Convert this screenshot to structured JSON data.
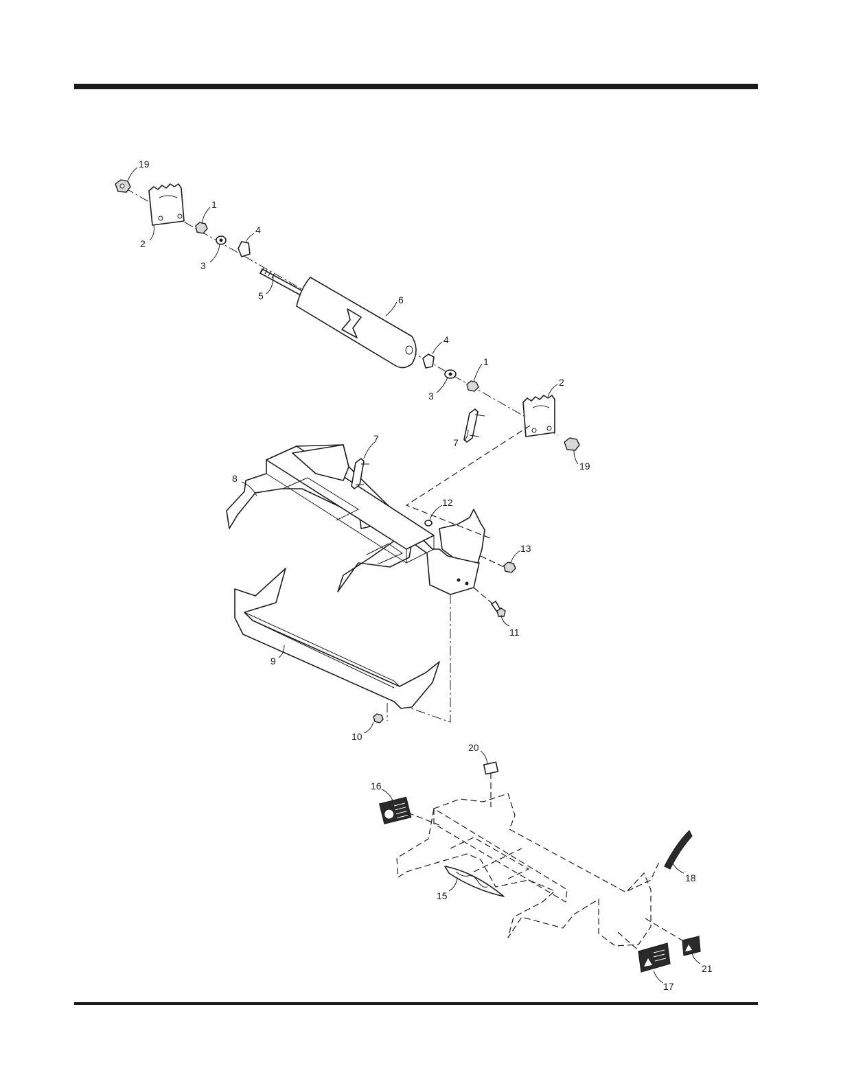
{
  "diagram": {
    "callouts": [
      {
        "id": "c19a",
        "label": "19"
      },
      {
        "id": "c2a",
        "label": "2"
      },
      {
        "id": "c1a",
        "label": "1"
      },
      {
        "id": "c3a",
        "label": "3"
      },
      {
        "id": "c4a",
        "label": "4"
      },
      {
        "id": "c5",
        "label": "5"
      },
      {
        "id": "c6",
        "label": "6"
      },
      {
        "id": "c4b",
        "label": "4"
      },
      {
        "id": "c3b",
        "label": "3"
      },
      {
        "id": "c1b",
        "label": "1"
      },
      {
        "id": "c2b",
        "label": "2"
      },
      {
        "id": "c7b",
        "label": "7"
      },
      {
        "id": "c19b",
        "label": "19"
      },
      {
        "id": "c7a",
        "label": "7"
      },
      {
        "id": "c8",
        "label": "8"
      },
      {
        "id": "c12",
        "label": "12"
      },
      {
        "id": "c13",
        "label": "13"
      },
      {
        "id": "c11",
        "label": "11"
      },
      {
        "id": "c9",
        "label": "9"
      },
      {
        "id": "c10",
        "label": "10"
      },
      {
        "id": "c20",
        "label": "20"
      },
      {
        "id": "c16",
        "label": "16"
      },
      {
        "id": "c15",
        "label": "15"
      },
      {
        "id": "c18",
        "label": "18"
      },
      {
        "id": "c17",
        "label": "17"
      },
      {
        "id": "c21",
        "label": "21"
      }
    ]
  }
}
